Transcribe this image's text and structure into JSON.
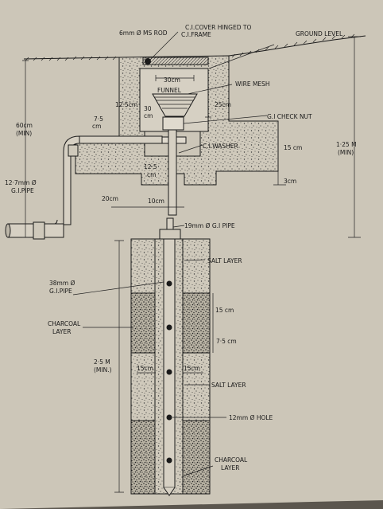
{
  "labels": {
    "ms_rod": "6mm Ø MS ROD",
    "ci_cover": "C.I.COVER HINGED TO",
    "ci_frame": "C.I.FRAME",
    "ground_level": "GROUND LEVEL",
    "wire_mesh": "WIRE MESH",
    "funnel": "FUNNEL",
    "gi_check_nut": "G.I CHECK NUT",
    "ci_washer": "C.I.WASHER",
    "gi_pipe_19": "19mm Ø G.I PIPE",
    "salt_layer_1": "SALT LAYER",
    "gi_pipe_38_a": "38mm Ø",
    "gi_pipe_38_b": "G.I.PIPE",
    "charcoal_layer_1a": "CHARCOAL",
    "charcoal_layer_1b": "LAYER",
    "salt_layer_2": "SALT LAYER",
    "hole_12": "12mm Ø HOLE",
    "charcoal_layer_2a": "CHARCOAL",
    "charcoal_layer_2b": "LAYER",
    "gi_pipe_127_a": "12·7mm Ø",
    "gi_pipe_127_b": "G.I.PIPE"
  },
  "dimensions": {
    "d_30cm_top": "30cm",
    "d_125cm": "12·5cm",
    "d_30cm_side_a": "30",
    "d_30cm_side_b": "cm",
    "d_25cm": "25cm",
    "d_75cm_a": "7·5",
    "d_75cm_b": "cm",
    "d_60cm_a": "60cm",
    "d_60cm_b": "(MIN)",
    "d_15cm_a": "15 cm",
    "d_3cm": "3cm",
    "d_125m_a": "1·25 M",
    "d_125m_b": "(MIN)",
    "d_125cm_b_a": "12·5",
    "d_125cm_b_b": "cm",
    "d_20cm": "20cm",
    "d_10cm": "10cm",
    "d_15cm_b": "15 cm",
    "d_75cm_c": "7·5 cm",
    "d_25m_a": "2·5 M",
    "d_25m_b": "(MIN.)",
    "d_15cm_left": "15cm",
    "d_15cm_right": "15cm"
  },
  "colors": {
    "paper": "#ccc6b8",
    "ink": "#1a1a1a",
    "backdrop": "#5b564e"
  }
}
